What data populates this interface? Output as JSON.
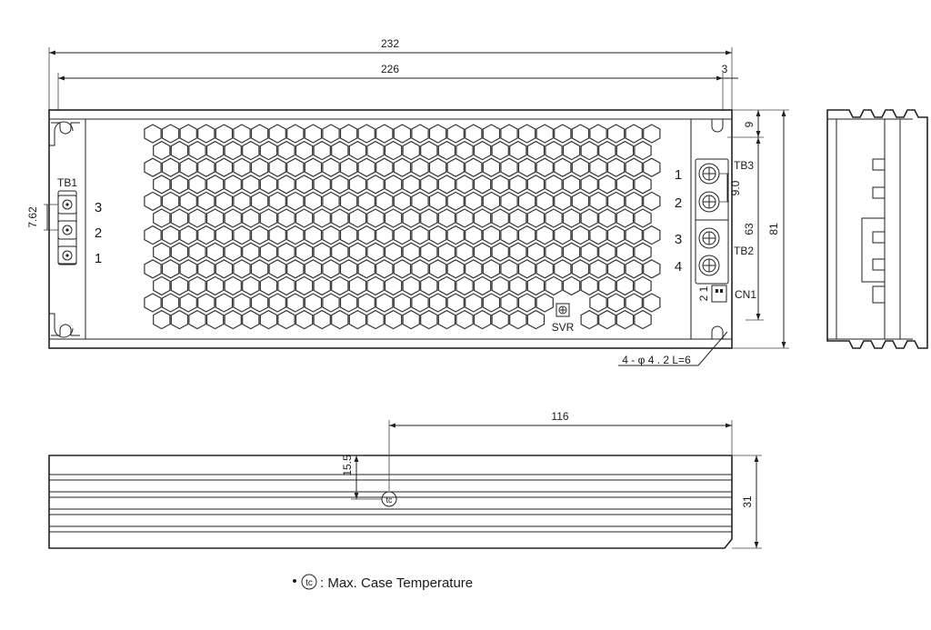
{
  "colors": {
    "line": "#222222",
    "background": "#ffffff"
  },
  "top_view": {
    "dim_overall": "232",
    "dim_inner": "226",
    "dim_offset": "3",
    "dim_edge": "9",
    "dim_terminal_pitch": "9.0",
    "dim_mount_spacing": "63",
    "dim_height": "81",
    "dim_pin_pitch": "7.62",
    "tb1_label": "TB1",
    "tb1_pins": [
      "3",
      "2",
      "1"
    ],
    "tb3_label": "TB3",
    "tb2_label": "TB2",
    "right_pins": [
      "1",
      "2",
      "3",
      "4"
    ],
    "cn1_label": "CN1",
    "cn1_pins": "2 1",
    "svr_label": "SVR",
    "mount_hole_note": "4 - φ 4 . 2 L=6"
  },
  "side_view": {
    "dim_tc_x": "116",
    "dim_tc_y": "15.5",
    "dim_height": "31",
    "tc_label": "tc"
  },
  "legend": {
    "bullet": "•",
    "symbol": "tc",
    "text": ": Max. Case Temperature"
  }
}
